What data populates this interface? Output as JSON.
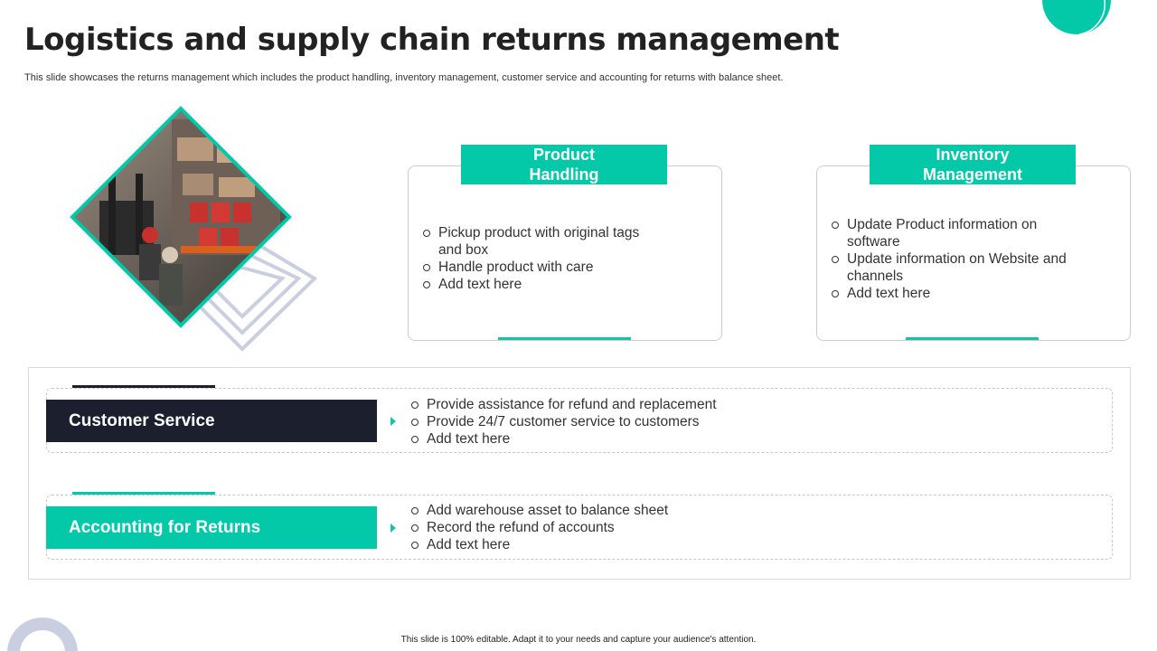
{
  "slide": {
    "title": "Logistics and supply chain returns management",
    "subtitle": "This slide showcases the returns management which includes the product handling, inventory management, customer service and accounting for returns with balance sheet.",
    "footer": "This slide is 100% editable. Adapt it to your needs and capture your audience's attention."
  },
  "colors": {
    "accent": "#03c9a9",
    "dark": "#1c1f2e",
    "ring": "#c9cfe0",
    "border": "#c9ced6"
  },
  "cards": [
    {
      "header": "Product\nHandling",
      "bullets": [
        "Pickup product with original tags and box",
        "Handle product with care",
        "Add text here"
      ]
    },
    {
      "header": "Inventory\nManagement",
      "bullets": [
        "Update Product information on software",
        "Update information on Website and channels",
        "Add text here"
      ]
    }
  ],
  "rows": [
    {
      "label": "Customer Service",
      "style": "dark",
      "bullets": [
        "Provide assistance for refund and replacement",
        "Provide 24/7 customer service to customers",
        "Add text here"
      ]
    },
    {
      "label": "Accounting for Returns",
      "style": "accent",
      "bullets": [
        "Add warehouse asset to balance sheet",
        "Record the refund of accounts",
        "Add text here"
      ]
    }
  ],
  "icons": {
    "row_arrow": "caret-right-icon",
    "bullet": "hollow-circle-bullet-icon"
  }
}
